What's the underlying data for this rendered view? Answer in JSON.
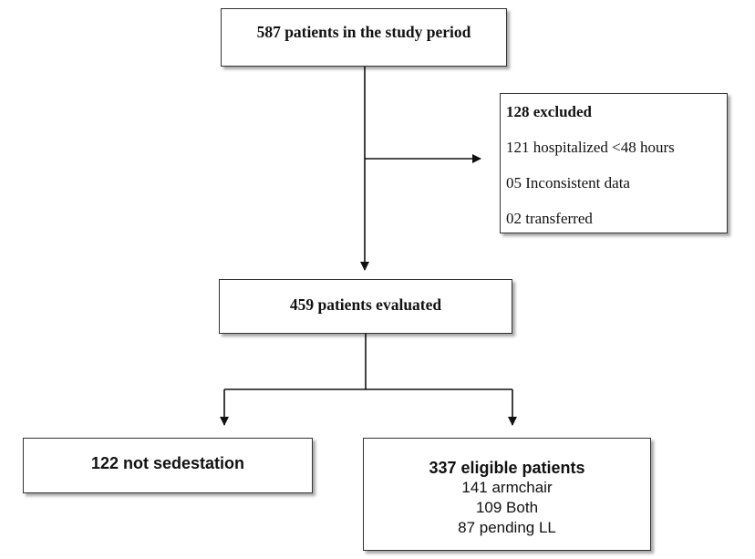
{
  "study": {
    "label": "587 patients in the study period"
  },
  "excluded": {
    "title": "128 excluded",
    "reasons": [
      "121 hospitalized <48 hours",
      "05 Inconsistent data",
      "02 transferred"
    ]
  },
  "evaluated": {
    "label": "459 patients evaluated"
  },
  "not_sedestation": {
    "label": "122 not sedestation"
  },
  "eligible": {
    "title": "337 eligible patients",
    "lines": [
      "141 armchair",
      "109 Both",
      "87 pending LL"
    ]
  },
  "colors": {
    "line": "#111111",
    "border": "#333333"
  }
}
